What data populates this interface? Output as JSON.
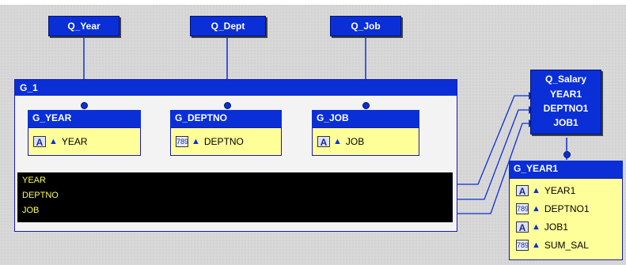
{
  "queries": {
    "q_year": "Q_Year",
    "q_dept": "Q_Dept",
    "q_job": "Q_Job"
  },
  "q_salary": {
    "title": "Q_Salary",
    "columns": [
      "YEAR1",
      "DEPTNO1",
      "JOB1"
    ]
  },
  "g1": {
    "title": "G_1",
    "groups": {
      "g_year": {
        "title": "G_YEAR",
        "item": "YEAR",
        "type_icon": "A"
      },
      "g_deptno": {
        "title": "G_DEPTNO",
        "item": "DEPTNO",
        "type_icon": "789"
      },
      "g_job": {
        "title": "G_JOB",
        "item": "JOB",
        "type_icon": "A"
      }
    },
    "summary_fields": [
      "YEAR",
      "DEPTNO",
      "JOB"
    ]
  },
  "g_year1": {
    "title": "G_YEAR1",
    "items": [
      {
        "label": "YEAR1",
        "type_icon": "A"
      },
      {
        "label": "DEPTNO1",
        "type_icon": "789"
      },
      {
        "label": "JOB1",
        "type_icon": "A"
      },
      {
        "label": "SUM_SAL",
        "type_icon": "789"
      }
    ]
  },
  "colors": {
    "accent_blue": "#0a2fd6",
    "item_yellow": "#ffff99",
    "summary_text": "#ffff55"
  }
}
